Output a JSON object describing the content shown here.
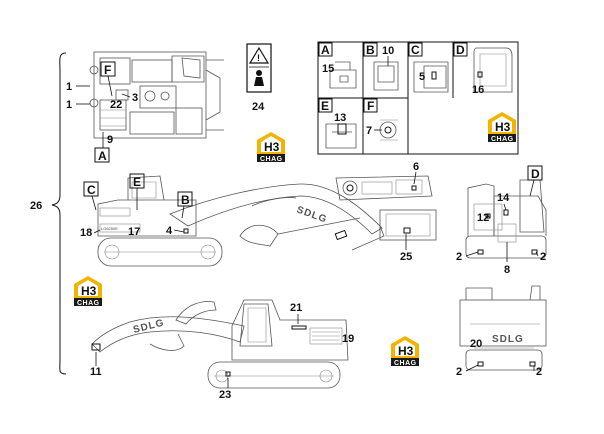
{
  "callouts": {
    "c1a": "1",
    "c1b": "1",
    "c2a": "2",
    "c2b": "2",
    "c2c": "2",
    "c2d": "2",
    "c3": "3",
    "c4": "4",
    "c5": "5",
    "c6": "6",
    "c7": "7",
    "c8": "8",
    "c9": "9",
    "c10": "10",
    "c11": "11",
    "c12": "12",
    "c13": "13",
    "c14": "14",
    "c15": "15",
    "c16": "16",
    "c17": "17",
    "c18": "18",
    "c19": "19",
    "c20": "20",
    "c21": "21",
    "c22": "22",
    "c23": "23",
    "c24": "24",
    "c25": "25",
    "c26": "26"
  },
  "letters": {
    "A": "A",
    "B": "B",
    "C": "C",
    "D": "D",
    "E": "E",
    "F": "F"
  },
  "logo": {
    "mark": "H3",
    "caption": "CHAG"
  },
  "brand_text": "SDLG",
  "small_label": "LG6250E",
  "colors": {
    "logo_yellow": "#f2b400",
    "logo_dark": "#1a1a1a",
    "line": "#555555"
  },
  "icons": [
    "warning-triangle-icon",
    "operator-seat-icon"
  ]
}
